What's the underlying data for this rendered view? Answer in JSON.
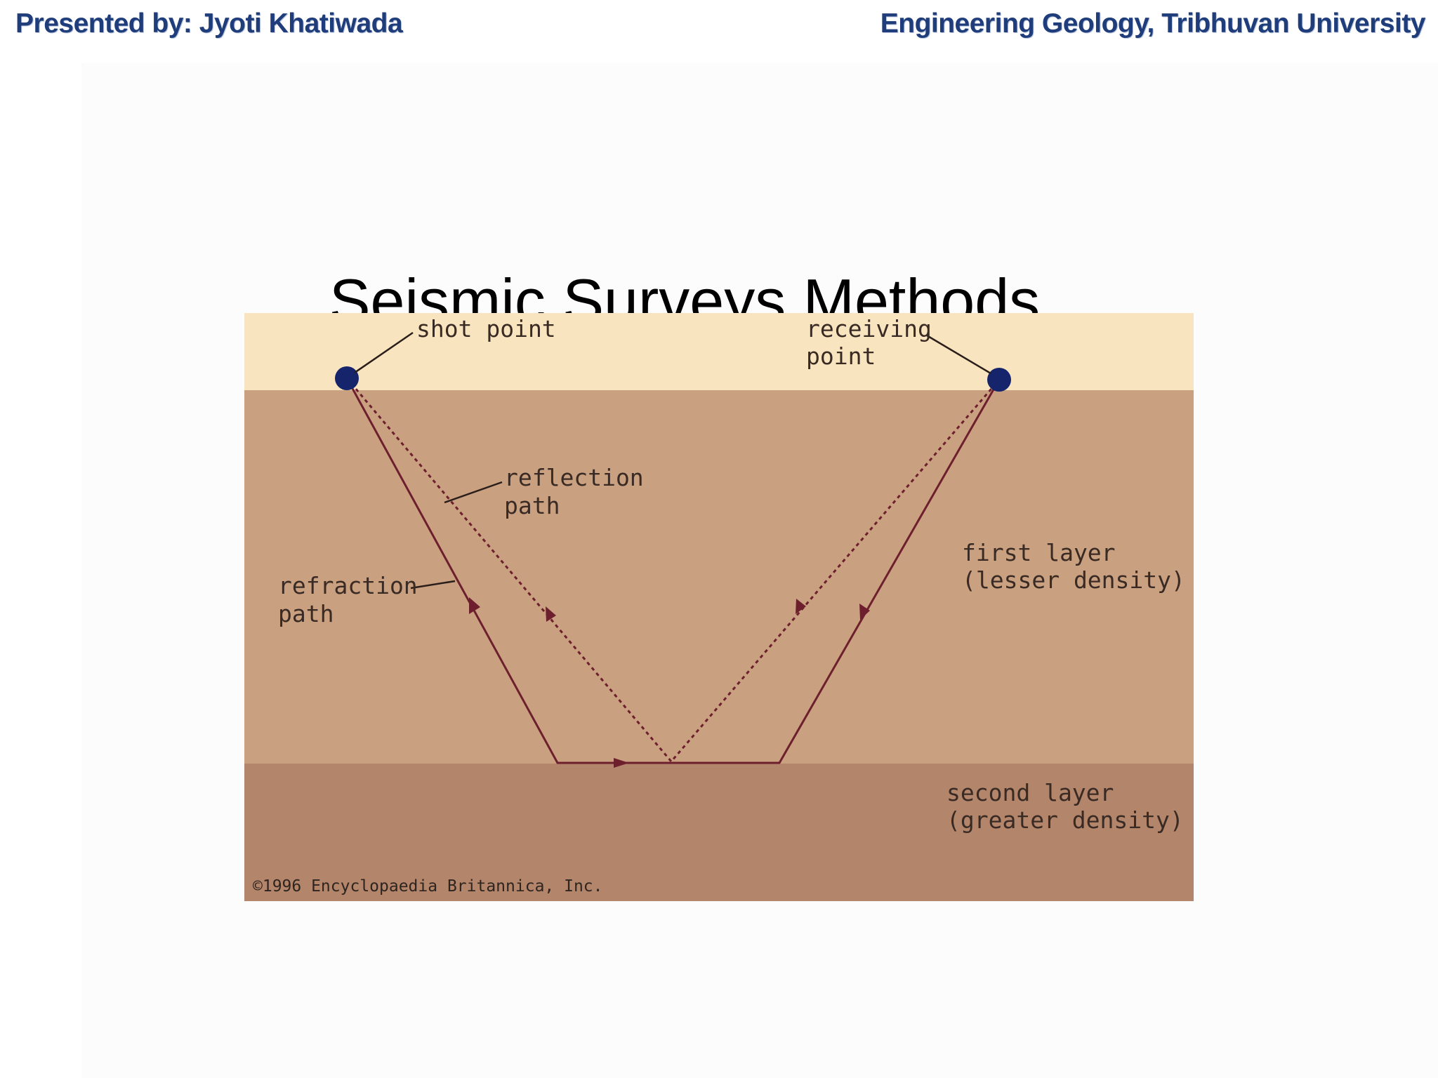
{
  "header": {
    "presenter": "Presented by: Jyoti Khatiwada",
    "institution": "Engineering Geology, Tribhuvan University"
  },
  "slide": {
    "title": "Seismic Surveys Methods"
  },
  "diagram": {
    "labels": {
      "shot_point": "shot point",
      "receiving_point_line1": "receiving",
      "receiving_point_line2": "point",
      "reflection_path_line1": "reflection",
      "reflection_path_line2": "path",
      "refraction_path_line1": "refraction",
      "refraction_path_line2": "path",
      "first_layer_line1": "first layer",
      "first_layer_line2": "(lesser density)",
      "second_layer_line1": "second layer",
      "second_layer_line2": "(greater density)"
    },
    "copyright": "©1996 Encyclopaedia Britannica, Inc.",
    "colors": {
      "surface": "#f8e5bf",
      "first_layer": "#c9a080",
      "second_layer": "#b3856a",
      "ray_path": "#6e1f2e",
      "source_marker": "#16246b"
    }
  }
}
